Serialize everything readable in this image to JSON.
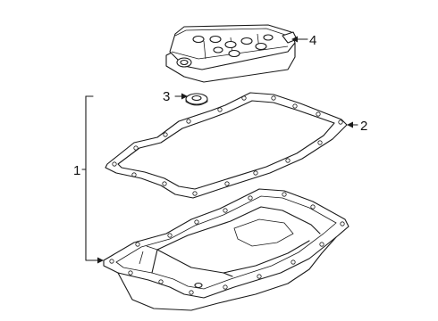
{
  "callouts": [
    {
      "id": "1",
      "label": "1"
    },
    {
      "id": "2",
      "label": "2"
    },
    {
      "id": "3",
      "label": "3"
    },
    {
      "id": "4",
      "label": "4"
    }
  ],
  "parts": [
    "filter",
    "seal",
    "gasket",
    "oil-pan"
  ],
  "colors": {
    "line": "#1a1a1a",
    "background": "#ffffff"
  }
}
